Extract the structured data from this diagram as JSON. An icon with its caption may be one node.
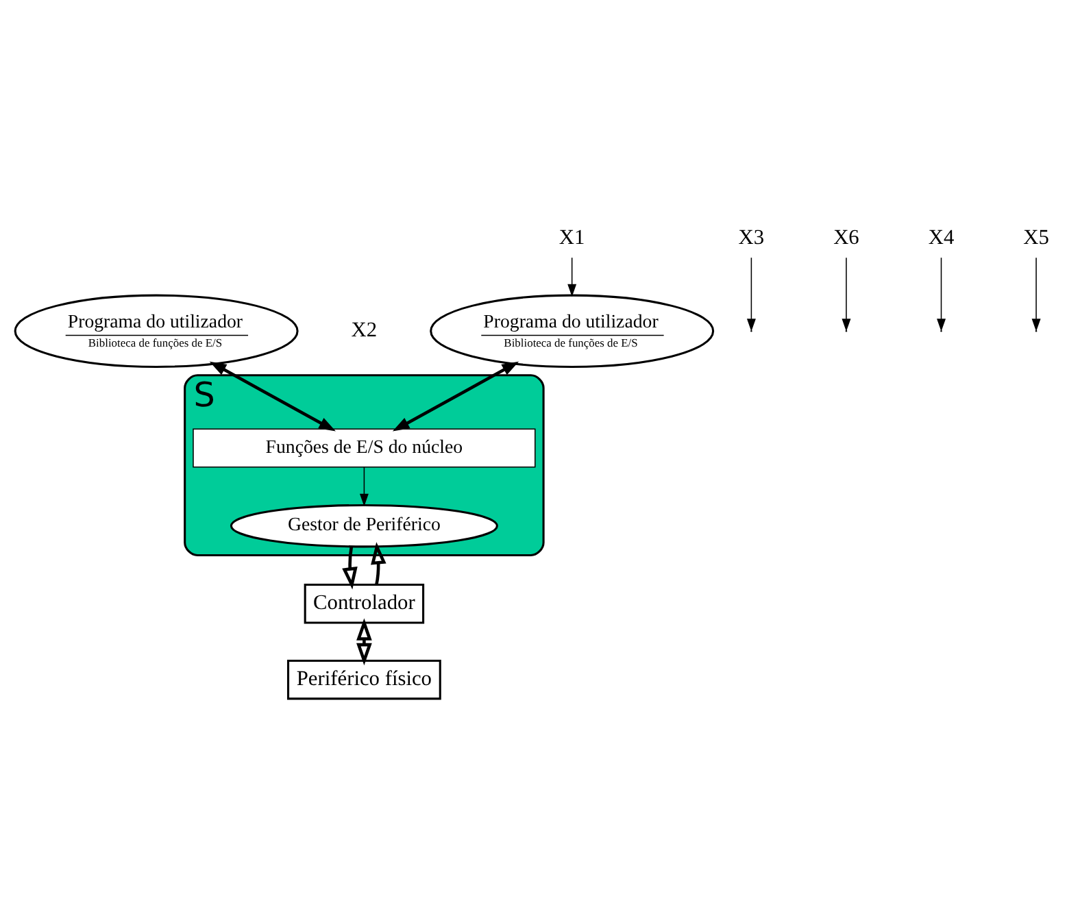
{
  "diagram": {
    "nodes": [
      {
        "text": [
          "Programa do utilizador",
          "Biblioteca de funções de E/S"
        ]
      },
      {
        "text": [
          "Programa do utilizador",
          "Biblioteca de funções de E/S"
        ]
      },
      {
        "text": [
          "S"
        ]
      },
      {
        "text": [
          "Funções de E/S do núcleo"
        ],
        "in": 2
      },
      {
        "text": [
          "Gestor de Periférico"
        ],
        "in": 2
      },
      {
        "text": [
          "Controlador"
        ]
      },
      {
        "text": [
          "Periférico físico"
        ]
      },
      {
        "text": [
          "X1"
        ]
      },
      {
        "text": [
          "X3"
        ]
      },
      {
        "text": [
          "X6"
        ]
      },
      {
        "text": [
          "X4"
        ]
      },
      {
        "text": [
          "X5"
        ]
      }
    ],
    "edges": [
      {
        "from": 0,
        "to": 3,
        "arrow": "both",
        "style": "thick"
      },
      {
        "from": 1,
        "to": 3,
        "arrow": "both",
        "style": "thick"
      },
      {
        "from": 3,
        "to": 4,
        "arrow": "to"
      },
      {
        "from": 5,
        "to": 4,
        "arrow": "to",
        "style": "thick"
      },
      {
        "from": 4,
        "to": 5,
        "arrow": "to",
        "style": "thick"
      },
      {
        "from": 5,
        "to": 6,
        "arrow": "both",
        "style": "thick"
      },
      {
        "from": 7,
        "to": 0,
        "arrow": "to"
      },
      {
        "from": 8,
        "to": null,
        "arrow": "to"
      },
      {
        "from": 9,
        "to": null,
        "arrow": "to"
      },
      {
        "from": 10,
        "to": null,
        "arrow": "to"
      },
      {
        "from": 11,
        "to": null,
        "arrow": "to"
      }
    ],
    "labels": [
      "X2"
    ]
  }
}
